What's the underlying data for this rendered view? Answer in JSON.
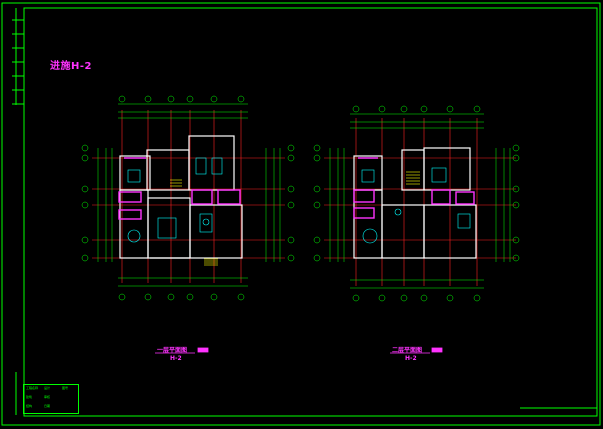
{
  "sheet": {
    "title": "进施H-2",
    "colors": {
      "background": "#000000",
      "border": "#00ff00",
      "wall": "#ffffff",
      "grid_axis": "#ff2020",
      "dimension": "#00ff00",
      "annotation": "#ff33ff",
      "stairs": "#ffff00",
      "furniture": "#00ffff"
    }
  },
  "plans": [
    {
      "name": "一层平面图",
      "code": "H-2"
    },
    {
      "name": "二层平面图",
      "code": "H-2"
    }
  ],
  "title_block": {
    "rows": [
      [
        "工程名称",
        "设计",
        "图号"
      ],
      [
        "建筑",
        "审核",
        ""
      ],
      [
        "结构",
        "日期",
        ""
      ]
    ]
  }
}
